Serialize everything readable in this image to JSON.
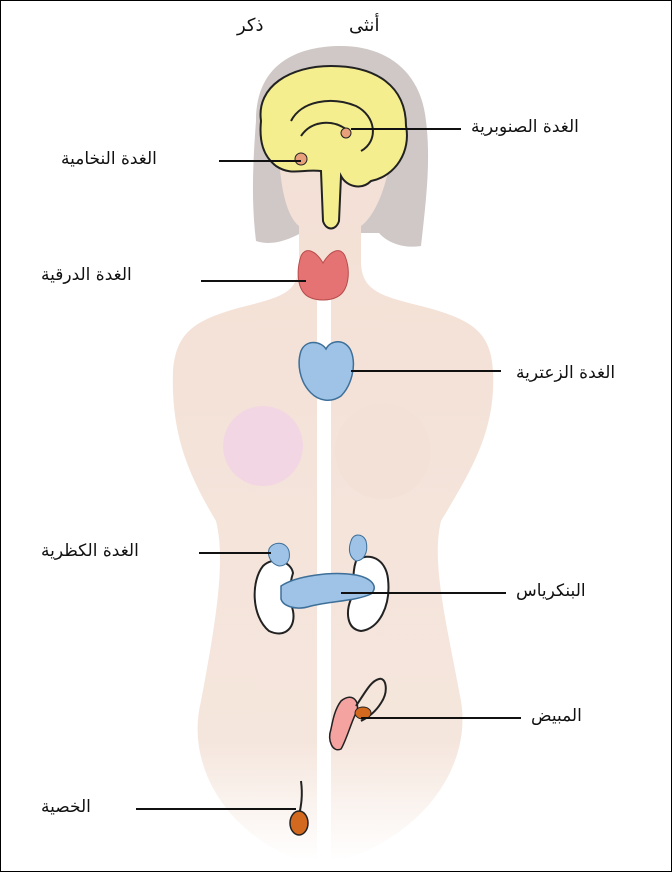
{
  "diagram": {
    "sex_labels": {
      "male": "ذكر",
      "female": "أنثى"
    },
    "labels": {
      "pineal": "الغدة الصنوبرية",
      "hypothalamus": "الغدة النخامية",
      "thyroid": "الغدة الدرقية",
      "thymus": "الغدة الزعترية",
      "adrenal": "الغدة الكظرية",
      "pancreas": "البنكرياس",
      "ovary": "المبيض",
      "testis": "الخصية"
    },
    "colors": {
      "body_male": "#f3dfd4",
      "body_female": "#f5e4da",
      "hair": "#cfc8c6",
      "brain": "#f4ee8f",
      "thyroid": "#e57373",
      "thymus_pancreas": "#9ec3e6",
      "breast": "#f3d6e4",
      "testis": "#d2691e",
      "ovary": "#f4a3a0",
      "divider": "#ffffff",
      "leader_line": "#111111"
    },
    "icons": [
      "brain-icon",
      "thyroid-icon",
      "thymus-icon",
      "kidney-icon",
      "pancreas-icon",
      "ovary-icon",
      "testis-icon"
    ]
  }
}
